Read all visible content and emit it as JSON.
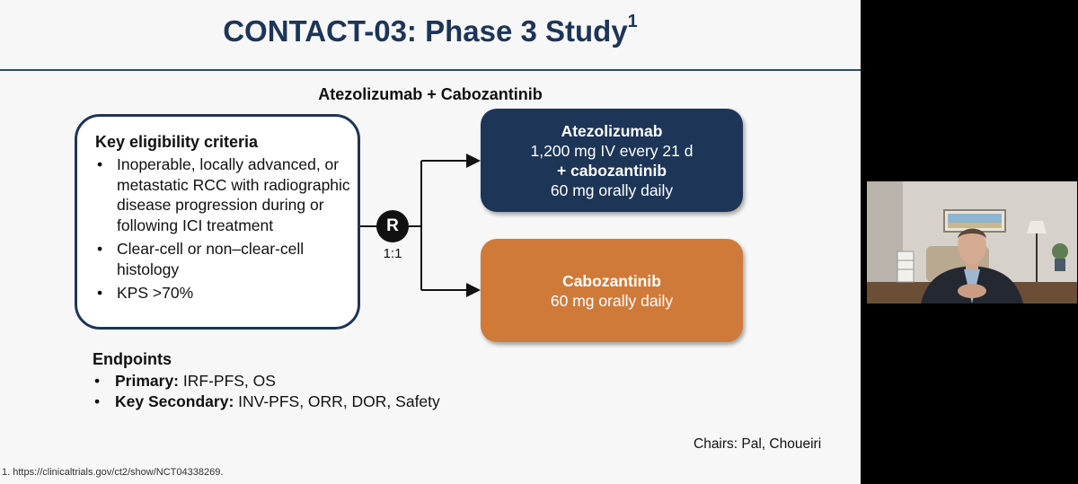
{
  "slide": {
    "title": "CONTACT-03: Phase 3 Study",
    "title_sup": "1",
    "subtitle": "Atezolizumab + Cabozantinib",
    "criteria": {
      "heading": "Key eligibility criteria",
      "items": [
        "Inoperable, locally advanced, or metastatic RCC with radiographic disease progression during or following ICI treatment",
        "Clear-cell or non–clear-cell histology",
        "KPS >70%"
      ]
    },
    "randomization": {
      "label": "R",
      "ratio": "1:1"
    },
    "arm1": {
      "line1": "Atezolizumab",
      "line2": "1,200 mg IV every 21 d",
      "line3": "+ cabozantinib",
      "line4": "60 mg orally daily"
    },
    "arm2": {
      "line1": "Cabozantinib",
      "line2": "60 mg orally daily"
    },
    "endpoints": {
      "heading": "Endpoints",
      "primary_label": "Primary:",
      "primary_value": " IRF-PFS, OS",
      "secondary_label": "Key Secondary:",
      "secondary_value": " INV-PFS, ORR, DOR, Safety"
    },
    "chairs": "Chairs: Pal, Choueiri",
    "footnote": "1. https://clinicaltrials.gov/ct2/show/NCT04338269."
  },
  "colors": {
    "navy": "#1d3557",
    "orange": "#d07a3a",
    "slide_bg": "#f7f7f8",
    "sidebar_bg": "#000000"
  },
  "video": {
    "icon": "speaker-video-thumbnail"
  }
}
